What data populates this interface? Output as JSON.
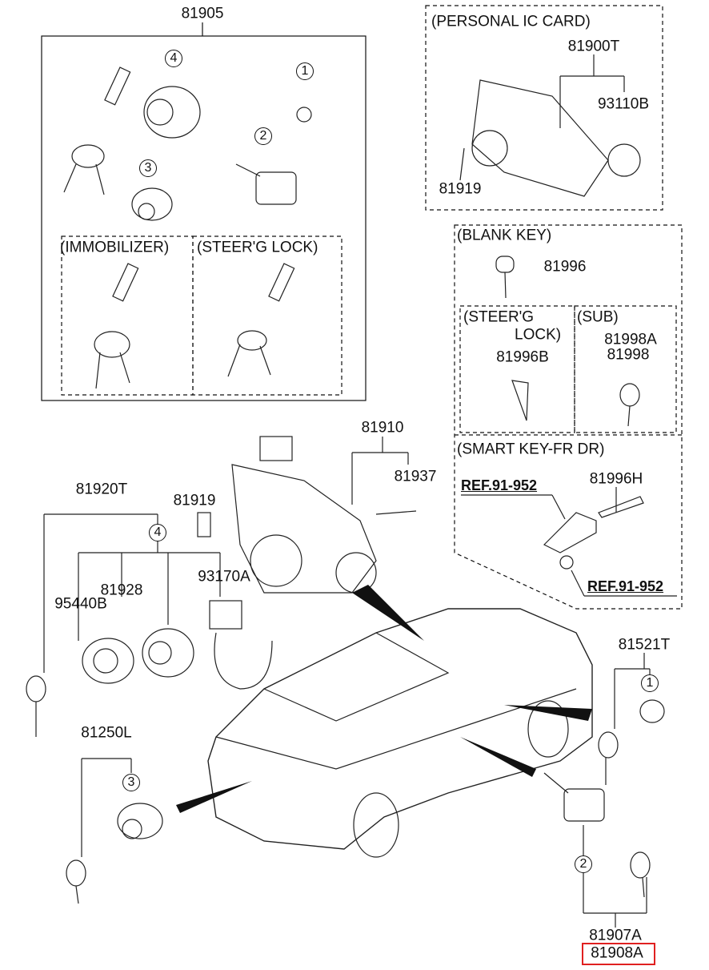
{
  "groups": {
    "main_assembly": "81905",
    "immobilizer": "(IMMOBILIZER)",
    "steering_lock_top": "(STEER'G LOCK)",
    "personal_ic_card": "(PERSONAL IC CARD)",
    "blank_key": "(BLANK KEY)",
    "steering_lock_blank_1": "(STEER'G",
    "steering_lock_blank_2": "LOCK)",
    "sub": "(SUB)",
    "smart_key": "(SMART KEY-FR DR)"
  },
  "parts": {
    "p81900T": "81900T",
    "p93110B": "93110B",
    "p81919_ic": "81919",
    "p81996": "81996",
    "p81996B": "81996B",
    "p81998A": "81998A",
    "p81998": "81998",
    "p81996H": "81996H",
    "ref1": "REF.91-952",
    "ref2": "REF.91-952",
    "p81910": "81910",
    "p81937": "81937",
    "p81919": "81919",
    "p93170A": "93170A",
    "p81920T": "81920T",
    "p95440B": "95440B",
    "p81928": "81928",
    "p81250L": "81250L",
    "p81521T": "81521T",
    "p81907A": "81907A",
    "p81908A": "81908A"
  },
  "callouts": {
    "c1": "1",
    "c2": "2",
    "c3": "3",
    "c4": "4"
  },
  "highlight": {
    "part": "81908A",
    "color": "#e02020"
  }
}
